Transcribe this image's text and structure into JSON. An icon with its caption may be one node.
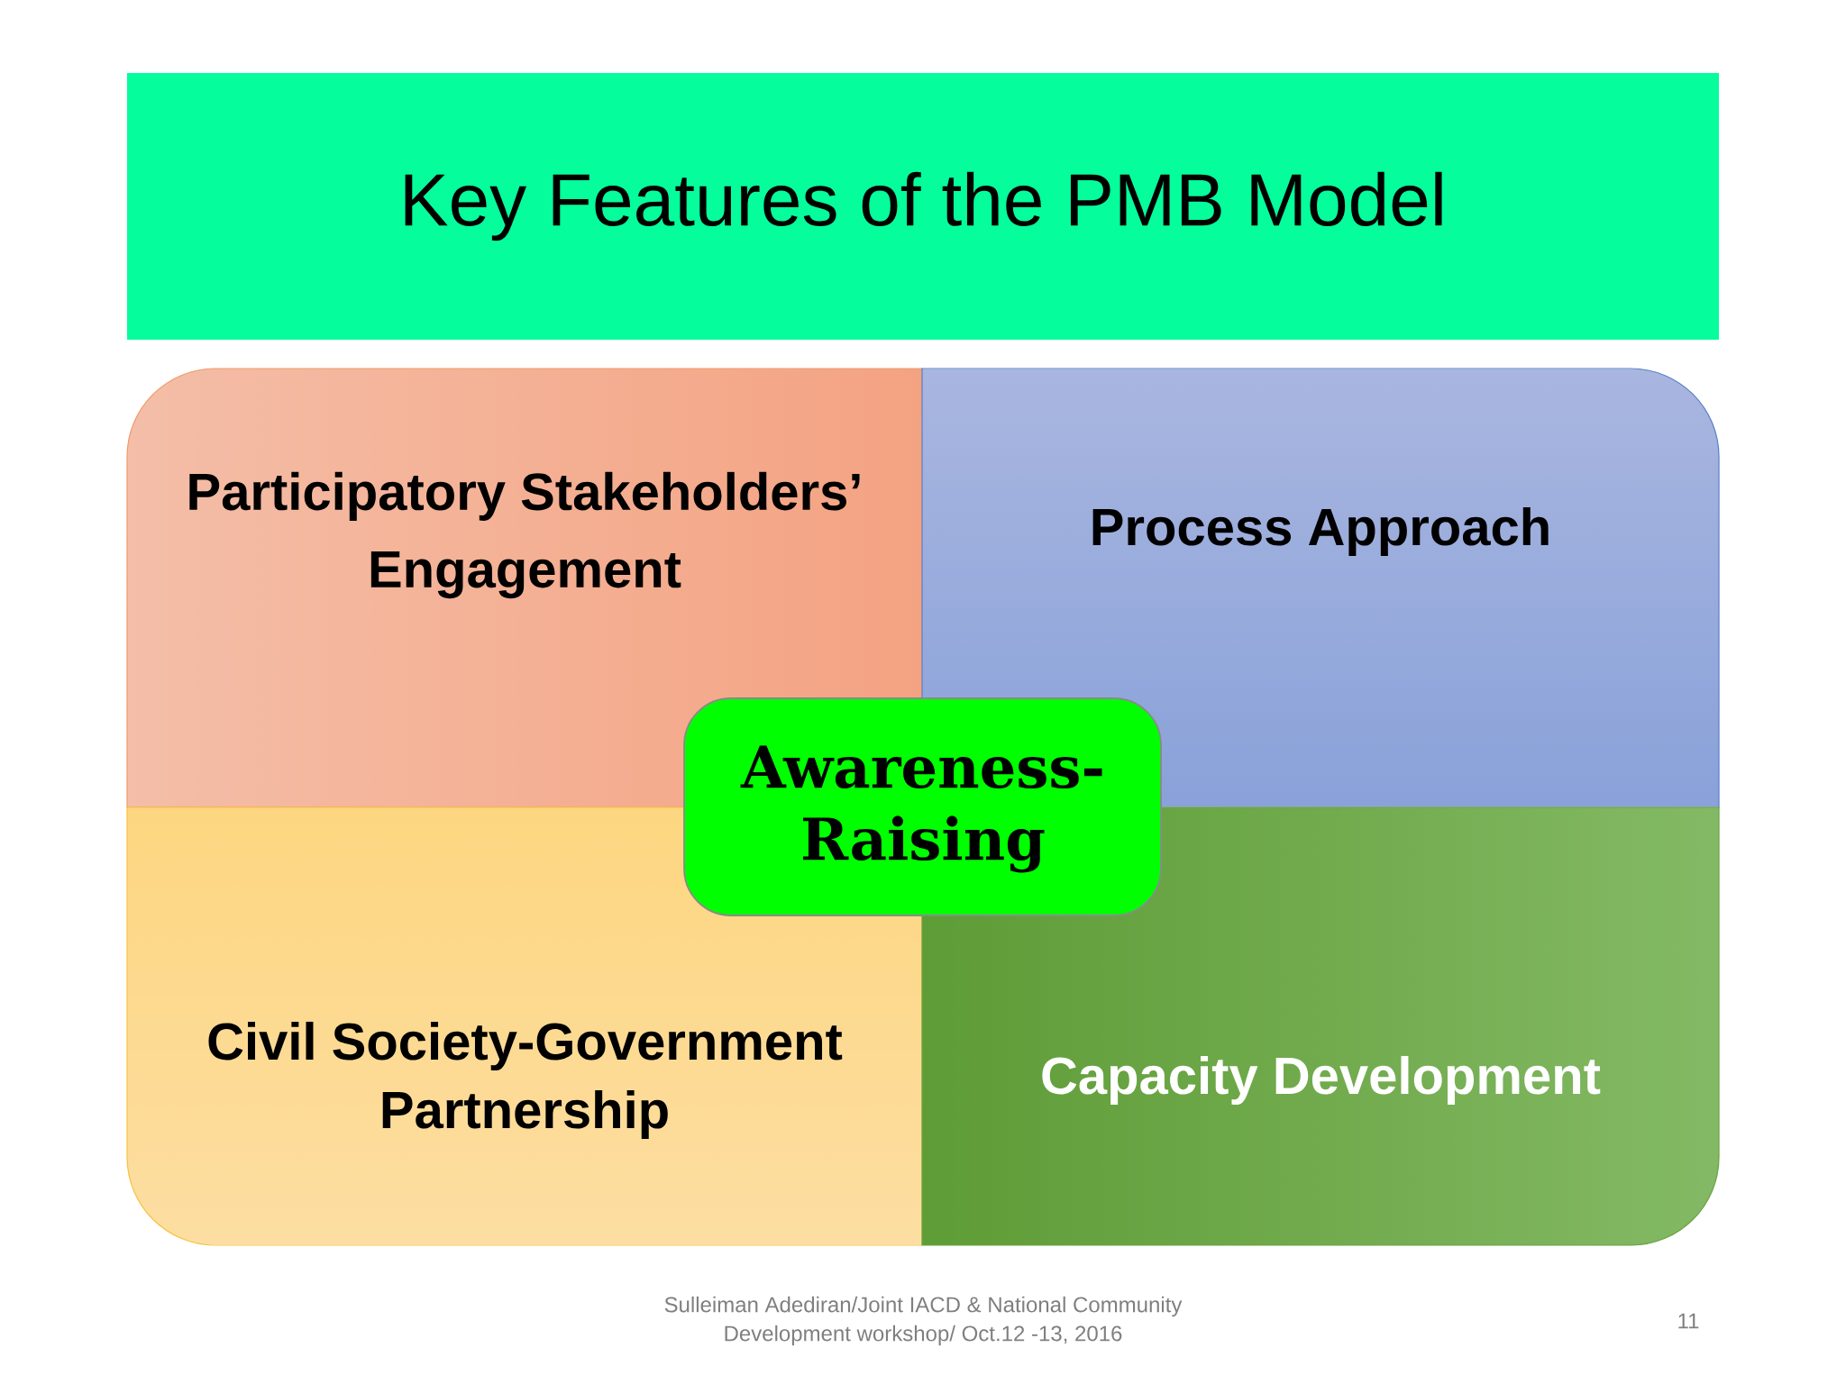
{
  "diagram": {
    "title": "Key Features of the PMB Model",
    "nodes": [
      {
        "text": [
          "Participatory Stakeholders’ Engagement"
        ]
      },
      {
        "text": [
          "Process Approach"
        ]
      },
      {
        "text": [
          "Civil Society-Government Partnership"
        ]
      },
      {
        "text": [
          "Capacity Development"
        ]
      },
      {
        "text": [
          "Awareness-Raising"
        ]
      }
    ],
    "labels": [
      "Sulleiman Adediran/Joint IACD & National Community Development workshop/ Oct.12 -13, 2016",
      "11"
    ]
  }
}
